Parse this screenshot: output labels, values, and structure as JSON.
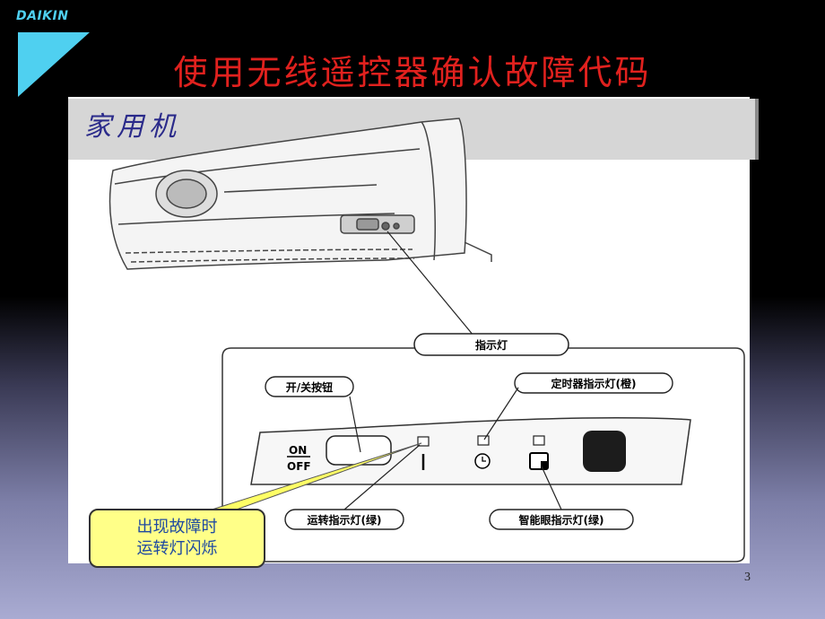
{
  "brand": {
    "name": "DAIKIN"
  },
  "slide": {
    "title": "使用无线遥控器确认故障代码",
    "section_label": "家用机",
    "page_number": "3"
  },
  "diagram": {
    "indicator_title": "指示灯",
    "labels": {
      "power_button": "开/关按钮",
      "timer_lamp": "定时器指示灯(橙)",
      "operation_lamp": "运转指示灯(绿)",
      "smart_eye_lamp": "智能眼指示灯(绿)"
    },
    "switch_text": {
      "on": "ON",
      "off": "OFF"
    }
  },
  "callout": {
    "line1": "出现故障时",
    "line2": "运转灯闪烁"
  },
  "colors": {
    "title": "#e0211e",
    "logo": "#4fd0f0",
    "callout_bg": "#ffff88",
    "callout_text": "#1f4aa0"
  }
}
